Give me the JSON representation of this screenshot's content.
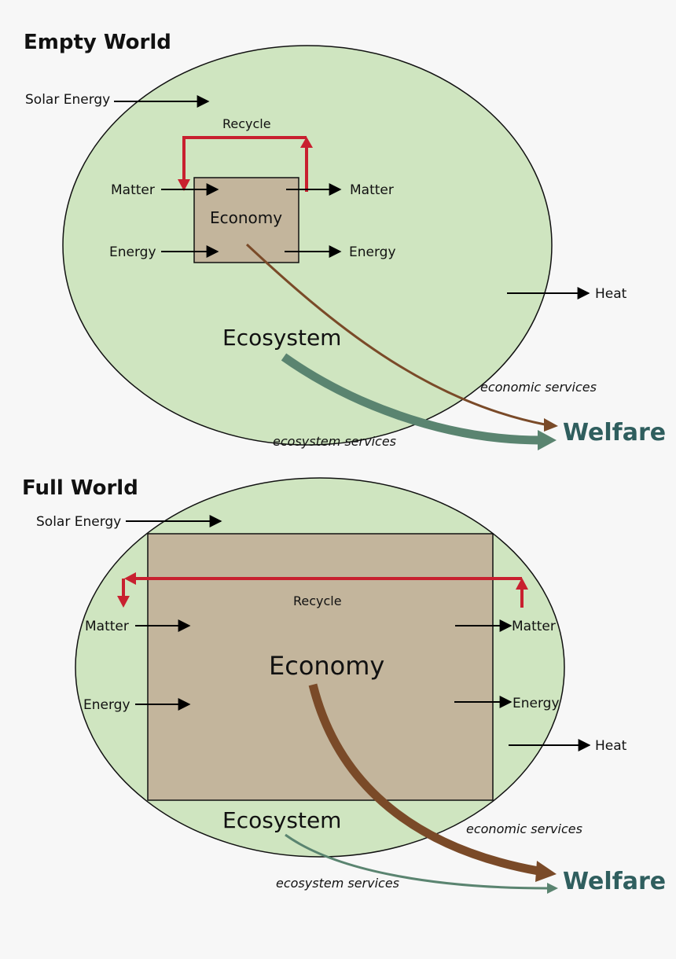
{
  "colors": {
    "background": "#f7f7f7",
    "ecosystem": "#cfe5c0",
    "economy": "#c3b59c",
    "recycle": "#c8202f",
    "economic_flow": "#7a4a28",
    "ecosystem_flow": "#5a8470",
    "welfare": "#2f5e5e",
    "arrow": "#000000"
  },
  "empty_world": {
    "title": "Empty World",
    "solar_energy": "Solar Energy",
    "recycle": "Recycle",
    "matter_in": "Matter",
    "matter_out": "Matter",
    "energy_in": "Energy",
    "energy_out": "Energy",
    "economy": "Economy",
    "heat": "Heat",
    "ecosystem": "Ecosystem",
    "economic_services": "economic services",
    "ecosystem_services": "ecosystem services",
    "welfare": "Welfare"
  },
  "full_world": {
    "title": "Full World",
    "solar_energy": "Solar Energy",
    "recycle": "Recycle",
    "matter_in": "Matter",
    "matter_out": "Matter",
    "energy_in": "Energy",
    "energy_out": "Energy",
    "economy": "Economy",
    "heat": "Heat",
    "ecosystem": "Ecosystem",
    "economic_services": "economic services",
    "ecosystem_services": "ecosystem services",
    "welfare": "Welfare"
  }
}
